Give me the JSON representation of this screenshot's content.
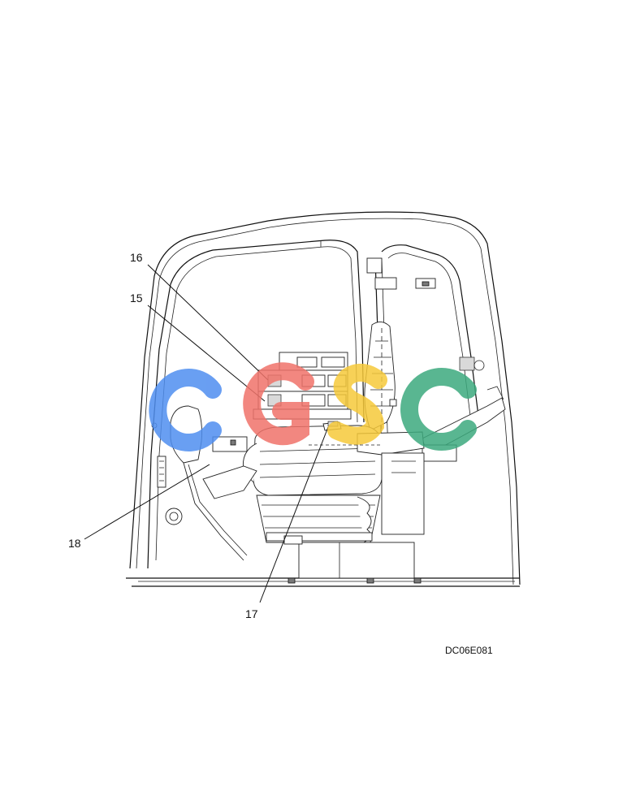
{
  "callouts": {
    "c15": "15",
    "c16": "16",
    "c17": "17",
    "c18": "18"
  },
  "figure_code": "DC06E081",
  "watermark": {
    "text": "CGSC",
    "colors": [
      "#4f8ef0",
      "#f0736a",
      "#f6c93a",
      "#3daa7e"
    ]
  }
}
